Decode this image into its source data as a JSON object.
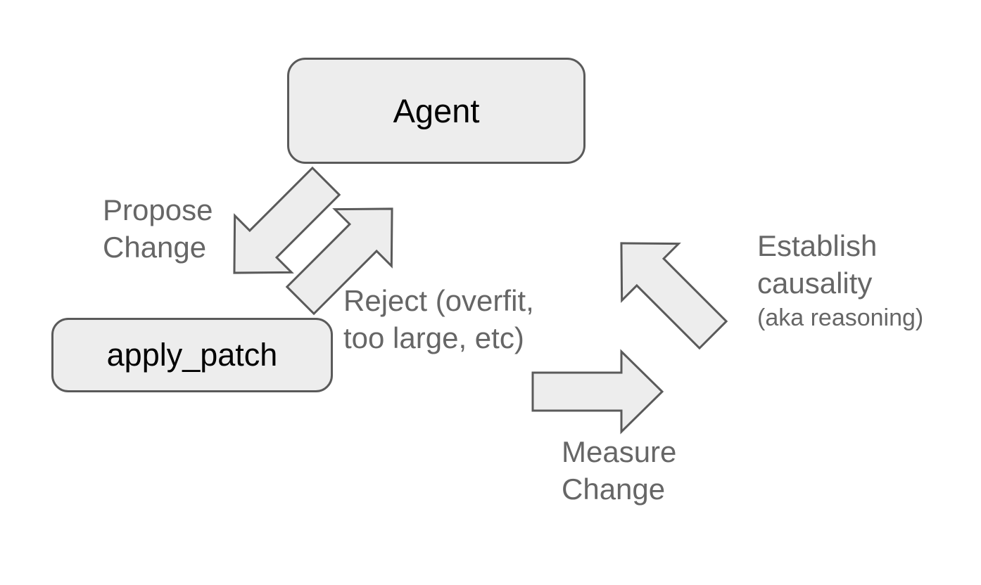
{
  "diagram": {
    "background_color": "#ffffff",
    "shape_fill_color": "#ededed",
    "shape_border_color": "#5a5a5a",
    "annotation_text_color": "#666666",
    "node_text_color": "#000000",
    "nodes": [
      {
        "id": "agent",
        "label": "Agent"
      },
      {
        "id": "apply_patch",
        "label": "apply_patch"
      }
    ],
    "arrows": [
      {
        "id": "propose-change-arrow",
        "direction": "down-left",
        "from": "Agent",
        "to": "apply_patch"
      },
      {
        "id": "reject-arrow",
        "direction": "up-right",
        "from": "apply_patch",
        "to": "Agent"
      },
      {
        "id": "measure-change-arrow",
        "direction": "right"
      },
      {
        "id": "establish-causality-arrow",
        "direction": "up-left"
      }
    ],
    "annotations": {
      "propose": {
        "lines": [
          "Propose",
          "Change"
        ]
      },
      "reject": {
        "lines": [
          "Reject (overfit,",
          "too large, etc)"
        ]
      },
      "measure": {
        "lines": [
          "Measure",
          "Change"
        ]
      },
      "establish": {
        "lines": [
          "Establish",
          "causality"
        ],
        "sub": "(aka reasoning)"
      }
    }
  }
}
